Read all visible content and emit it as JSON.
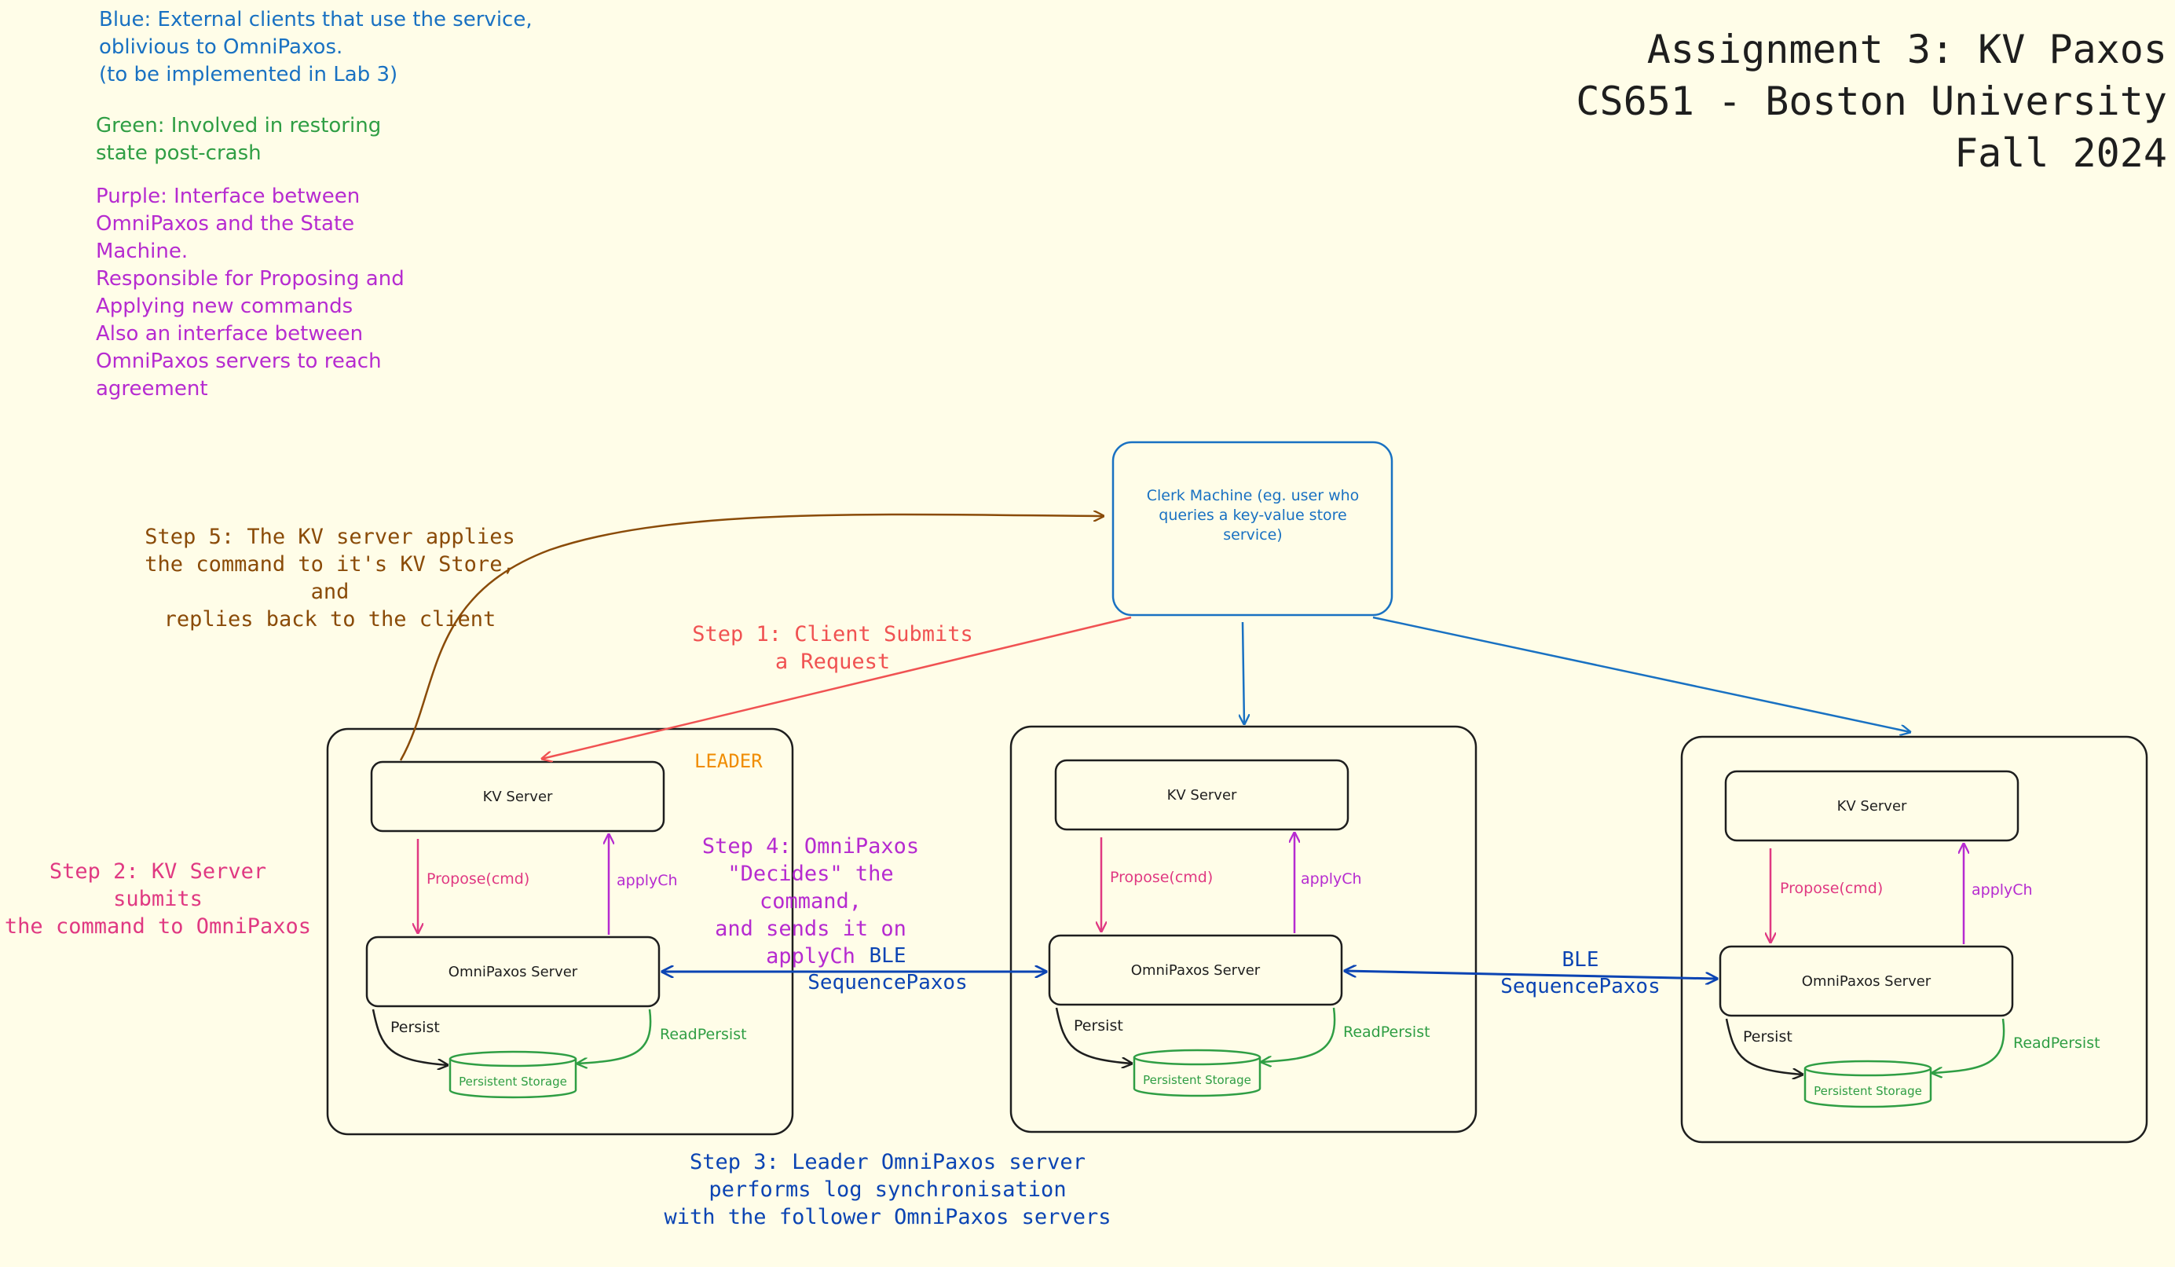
{
  "title": {
    "line1": "Assignment 3: KV Paxos",
    "line2": "CS651 - Boston University",
    "line3": "Fall 2024"
  },
  "legend": {
    "blue": "Blue: External clients that use the service,\noblivious to OmniPaxos.\n(to be implemented in Lab 3)",
    "green": "Green: Involved in restoring\nstate post-crash",
    "purple": "Purple: Interface between\nOmniPaxos and the State\nMachine.\nResponsible for Proposing and\nApplying new commands\nAlso an interface between\nOmniPaxos servers to reach\nagreement"
  },
  "clerk": {
    "label": "Clerk Machine (eg. user who\nqueries a key-value store\nservice)"
  },
  "leader_label": "LEADER",
  "steps": {
    "step1": "Step 1: Client Submits\na Request",
    "step2": "Step 2: KV Server submits\nthe command to OmniPaxos",
    "step3": "Step 3: Leader OmniPaxos server\nperforms log synchronisation\nwith the follower OmniPaxos servers",
    "step4": "Step 4: OmniPaxos\n\"Decides\" the command,\nand sends it on applyCh",
    "step5": "Step 5: The KV server applies\nthe command to it's KV Store, and\nreplies back to the client"
  },
  "servers": [
    {
      "kv": "KV Server",
      "omni": "OmniPaxos Server",
      "propose": "Propose(cmd)",
      "apply": "applyCh",
      "persist": "Persist",
      "read_persist": "ReadPersist",
      "storage": "Persistent Storage"
    },
    {
      "kv": "KV Server",
      "omni": "OmniPaxos Server",
      "propose": "Propose(cmd)",
      "apply": "applyCh",
      "persist": "Persist",
      "read_persist": "ReadPersist",
      "storage": "Persistent Storage"
    },
    {
      "kv": "KV Server",
      "omni": "OmniPaxos Server",
      "propose": "Propose(cmd)",
      "apply": "applyCh",
      "persist": "Persist",
      "read_persist": "ReadPersist",
      "storage": "Persistent Storage"
    }
  ],
  "links": [
    {
      "line1": "BLE",
      "line2": "SequencePaxos"
    },
    {
      "line1": "BLE",
      "line2": "SequencePaxos"
    }
  ],
  "colors": {
    "background": "#fffde8",
    "blue": "#1971c2",
    "green": "#2f9e44",
    "purple": "#b62bd0",
    "pink": "#e03982",
    "red": "#f05252",
    "brown": "#8a4b08",
    "orange": "#f08c00",
    "navy": "#0b44b3"
  }
}
